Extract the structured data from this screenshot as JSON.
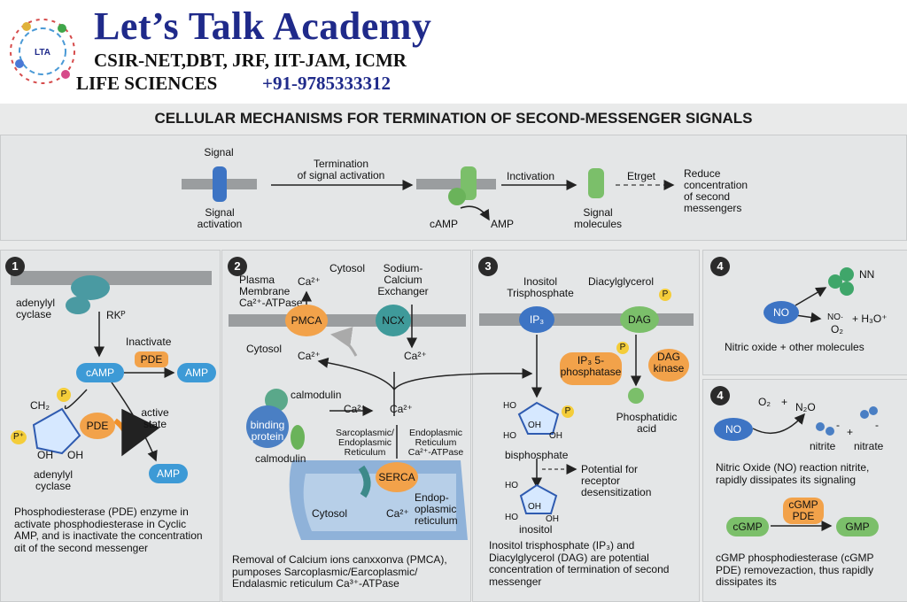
{
  "header": {
    "title": "Let’s Talk Academy",
    "subtitle": "CSIR-NET,DBT, JRF, IIT-JAM, ICMR",
    "life": "LIFE SCIENCES",
    "phone": "+91-9785333312",
    "logo_text": "LTA"
  },
  "main_title": "CELLULAR MECHANISMS FOR TERMINATION OF SECOND-MESSENGER SIGNALS",
  "overview": {
    "signal": "Signal",
    "signal_activation": "Signal\nactivation",
    "termination": "Termination\nof signal activation",
    "camp": "cAMP",
    "amp": "AMP",
    "inctivation": "Inctivation",
    "signal_molecules": "Signal\nmolecules",
    "etrget": "Etrget",
    "reduce": "Reduce\nconcentration\nof second\nmessengers"
  },
  "panel1": {
    "num": "1",
    "adenylyl_cyclase": "adenylyl\ncyclase",
    "rkp": "RKᴾ",
    "inactivate": "Inactivate",
    "pde": "PDE",
    "camp": "cAMP",
    "amp": "AMP",
    "amp2": "AMP",
    "active_state": "active\nstate",
    "ch2": "CH₂",
    "p": "P",
    "p2": "P⁺",
    "oh1": "OH",
    "oh2": "OH",
    "adenylyl_cyclase2": "adenylyl\ncyclase",
    "description": "Phosphodiesterase (PDE) enzyme in activate phosphodiesterase in Cyclic AMP, and is inactivate the concentration αit of the second messenger"
  },
  "panel2": {
    "num": "2",
    "cytosol_top": "Cytosol",
    "pmca_label": "Plasma\nMembrane\nCa²⁺-ATPase",
    "ca_pmca": "Ca²⁺",
    "sodium": "Sodium-\nCalcium\nExchanger",
    "pmca": "PMCA",
    "ncx": "NCX",
    "cytosol_left": "Cytosol",
    "ca_below_pmca": "Ca²⁺",
    "ca_ncx": "Ca²⁺",
    "calmodulin": "calmodulin",
    "binding_protein": "binding\nprotein",
    "calmodulin2": "calmodulin",
    "ca_mid1": "Ca²⁺",
    "ca_mid2": "Ca²⁺",
    "sarco": "Sarcoplasmic/\nEndoplasmic\nReticulum",
    "endo": "Endoplasmic\nReticulum\nCa²⁺-ATPase",
    "serca": "SERCA",
    "endop": "Endop-\noplasmic\nreticulum",
    "cytosol_er": "Cytosol",
    "ca_serca": "Ca²⁺",
    "description": "Removal of Calcium ions canxxonva (PMCA), pumposes Sarcoplasmic/Earcoplasmic/ Endalasmic reticulum Ca³⁺-ATPase"
  },
  "panel3": {
    "num": "3",
    "inositol_tris": "Inositol\nTrisphosphate",
    "diacyl": "Diacylglycerol",
    "ip3": "IP₃",
    "dag": "DAG",
    "p": "P",
    "p2": "P",
    "p3": "P",
    "ip3_phosphatase": "IP₃ 5-\nphosphatase",
    "dag_kinase": "DAG\nkinase",
    "phosphatidic": "Phosphatidic\nacid",
    "bisphosphate": "bisphosphate",
    "potential": "Potential for\nreceptor\ndesensitization",
    "inositol": "inositol",
    "ho1": "HO",
    "oh_ring": "OH",
    "ho2": "HO",
    "oh3": "OH",
    "ho3": "HO",
    "oh4": "OH",
    "ho4": "HO",
    "oh5": "OH",
    "description": "Inositol trisphosphate (IP₃) and Diacylglycerol (DAG) are potential concentration of termination of second messenger"
  },
  "panel4a": {
    "num": "4",
    "nn": "NN",
    "no": "NO",
    "no_small": "NO·",
    "o2": "O₂",
    "h3o": "+ H₃O⁺",
    "caption": "Nitric oxide + other molecules"
  },
  "panel4b": {
    "num": "4",
    "o2": "O₂",
    "plus": "+",
    "n2o": "N₂O",
    "no": "NO",
    "nitrite": "nitrite",
    "plus2": "+",
    "nitrate": "nitrate",
    "minus1": "-",
    "minus2": "-",
    "description1": "Nitric Oxide (NO) reaction nitrite, rapidly dissipates its signaling",
    "cgmp": "cGMP",
    "cgmp_pde": "cGMP\nPDE",
    "gmp": "GMP",
    "description2": "cGMP phosphodiesterase (cGMP PDE) removezaction, thus rapidly dissipates its"
  },
  "colors": {
    "brand_blue": "#1f2a8a",
    "orange": "#f2a24a",
    "teal": "#3f9a9a",
    "green": "#7bbf6a",
    "blue": "#3d74c4",
    "yellow": "#f4cd3a",
    "membrane": "#9a9d9f"
  }
}
